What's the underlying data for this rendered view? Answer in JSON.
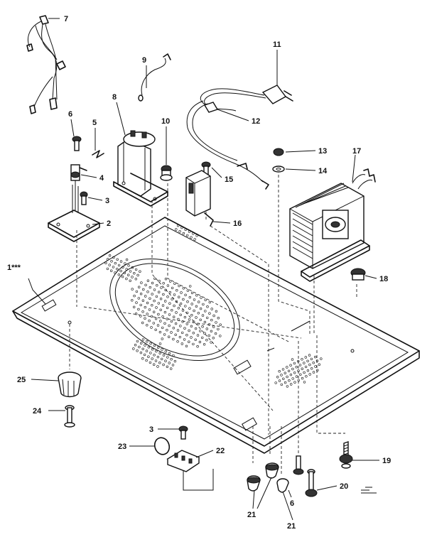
{
  "diagram": {
    "callouts": [
      {
        "id": "c1",
        "text": "1***",
        "target": "base-plate"
      },
      {
        "id": "c2",
        "text": "2",
        "target": "switch-bracket"
      },
      {
        "id": "c3a",
        "text": "3",
        "target": "screw-upper"
      },
      {
        "id": "c4",
        "text": "4",
        "target": "switch-lever"
      },
      {
        "id": "c5",
        "text": "5",
        "target": "spring"
      },
      {
        "id": "c6a",
        "text": "6",
        "target": "screw-top"
      },
      {
        "id": "c7",
        "text": "7",
        "target": "wire-harness"
      },
      {
        "id": "c8",
        "text": "8",
        "target": "capacitor"
      },
      {
        "id": "c9",
        "text": "9",
        "target": "diode"
      },
      {
        "id": "c10",
        "text": "10",
        "target": "bushing"
      },
      {
        "id": "c11",
        "text": "11",
        "target": "power-cord"
      },
      {
        "id": "c12",
        "text": "12",
        "target": "cord-clamp"
      },
      {
        "id": "c13",
        "text": "13",
        "target": "nut"
      },
      {
        "id": "c14",
        "text": "14",
        "target": "washer"
      },
      {
        "id": "c15",
        "text": "15",
        "target": "screw-fuse"
      },
      {
        "id": "c16",
        "text": "16",
        "target": "fuse-holder"
      },
      {
        "id": "c17",
        "text": "17",
        "target": "transformer"
      },
      {
        "id": "c18",
        "text": "18",
        "target": "transformer-foot"
      },
      {
        "id": "c19",
        "text": "19",
        "target": "leveling-screw"
      },
      {
        "id": "c20",
        "text": "20",
        "target": "bolt"
      },
      {
        "id": "c21a",
        "text": "21",
        "target": "foot-left"
      },
      {
        "id": "c21b",
        "text": "21",
        "target": "foot-right"
      },
      {
        "id": "c6b",
        "text": "6",
        "target": "screw-bottom"
      },
      {
        "id": "c22",
        "text": "22",
        "target": "terminal-block"
      },
      {
        "id": "c23",
        "text": "23",
        "target": "clip-ring"
      },
      {
        "id": "c3b",
        "text": "3",
        "target": "screw-lower"
      },
      {
        "id": "c24",
        "text": "24",
        "target": "foot-stud"
      },
      {
        "id": "c25",
        "text": "25",
        "target": "knob-foot"
      }
    ]
  }
}
